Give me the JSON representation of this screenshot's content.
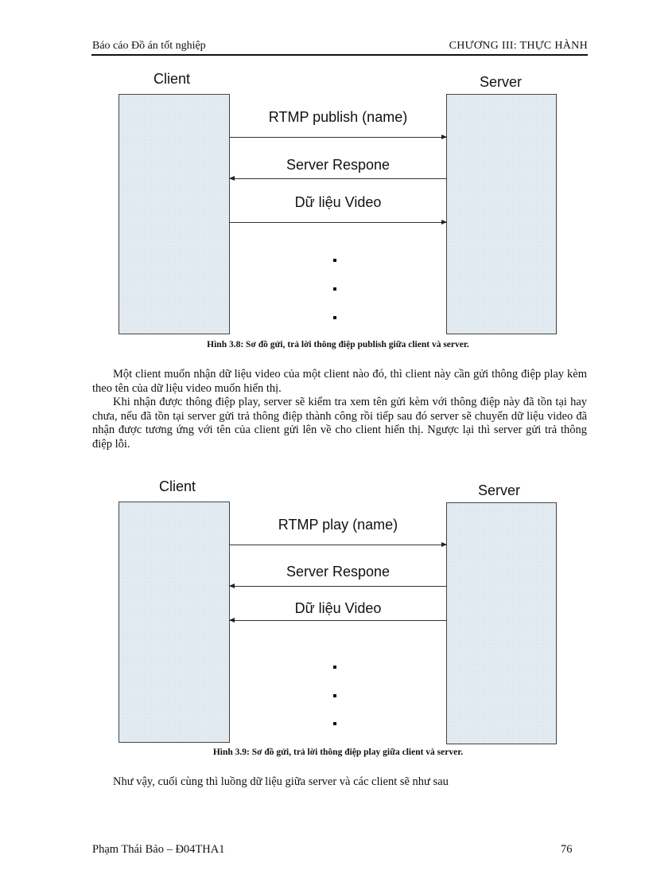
{
  "header": {
    "left": "Báo cáo Đồ án tốt nghiệp",
    "right": "CHƯƠNG III: THỰC HÀNH"
  },
  "figure_1": {
    "client_label": "Client",
    "server_label": "Server",
    "messages": [
      {
        "label": "RTMP publish (name)",
        "direction": "client-to-server"
      },
      {
        "label": "Server Respone",
        "direction": "server-to-client"
      },
      {
        "label": "Dữ liệu Video",
        "direction": "client-to-server"
      }
    ],
    "ellipsis": ".",
    "caption": "Hình 3.8: Sơ đồ gửi, trả lời thông điệp publish giữa client và server."
  },
  "body": {
    "paragraph_1": "Một client muốn nhận dữ liệu video của một client nào đó, thì client này cần gửi thông điệp play kèm theo tên của dữ liệu video muốn hiển thị.",
    "paragraph_2": "Khi nhận được thông điệp play, server sẽ kiểm tra xem tên gửi kèm với thông điệp này đã tồn tại hay chưa, nếu đã tồn tại server gửi trả thông điệp thành công rồi tiếp sau đó server sẽ chuyển dữ liệu video đã nhận được tương ứng với tên của client gửi lên về cho client hiển thị. Ngược lại thì server gửi trả thông điệp lỗi.",
    "paragraph_3": "Như vậy, cuối cùng thì luồng dữ liệu giữa server và các client sẽ như sau"
  },
  "figure_2": {
    "client_label": "Client",
    "server_label": "Server",
    "messages": [
      {
        "label": "RTMP play (name)",
        "direction": "client-to-server"
      },
      {
        "label": "Server Respone",
        "direction": "server-to-client"
      },
      {
        "label": "Dữ liệu Video",
        "direction": "server-to-client"
      }
    ],
    "ellipsis": ".",
    "caption": "Hình 3.9: Sơ đồ gửi, trả lời thông điệp play giữa client và server."
  },
  "footer": {
    "author": "Phạm Thái Bảo – Đ04THA1",
    "page_number": "76"
  }
}
